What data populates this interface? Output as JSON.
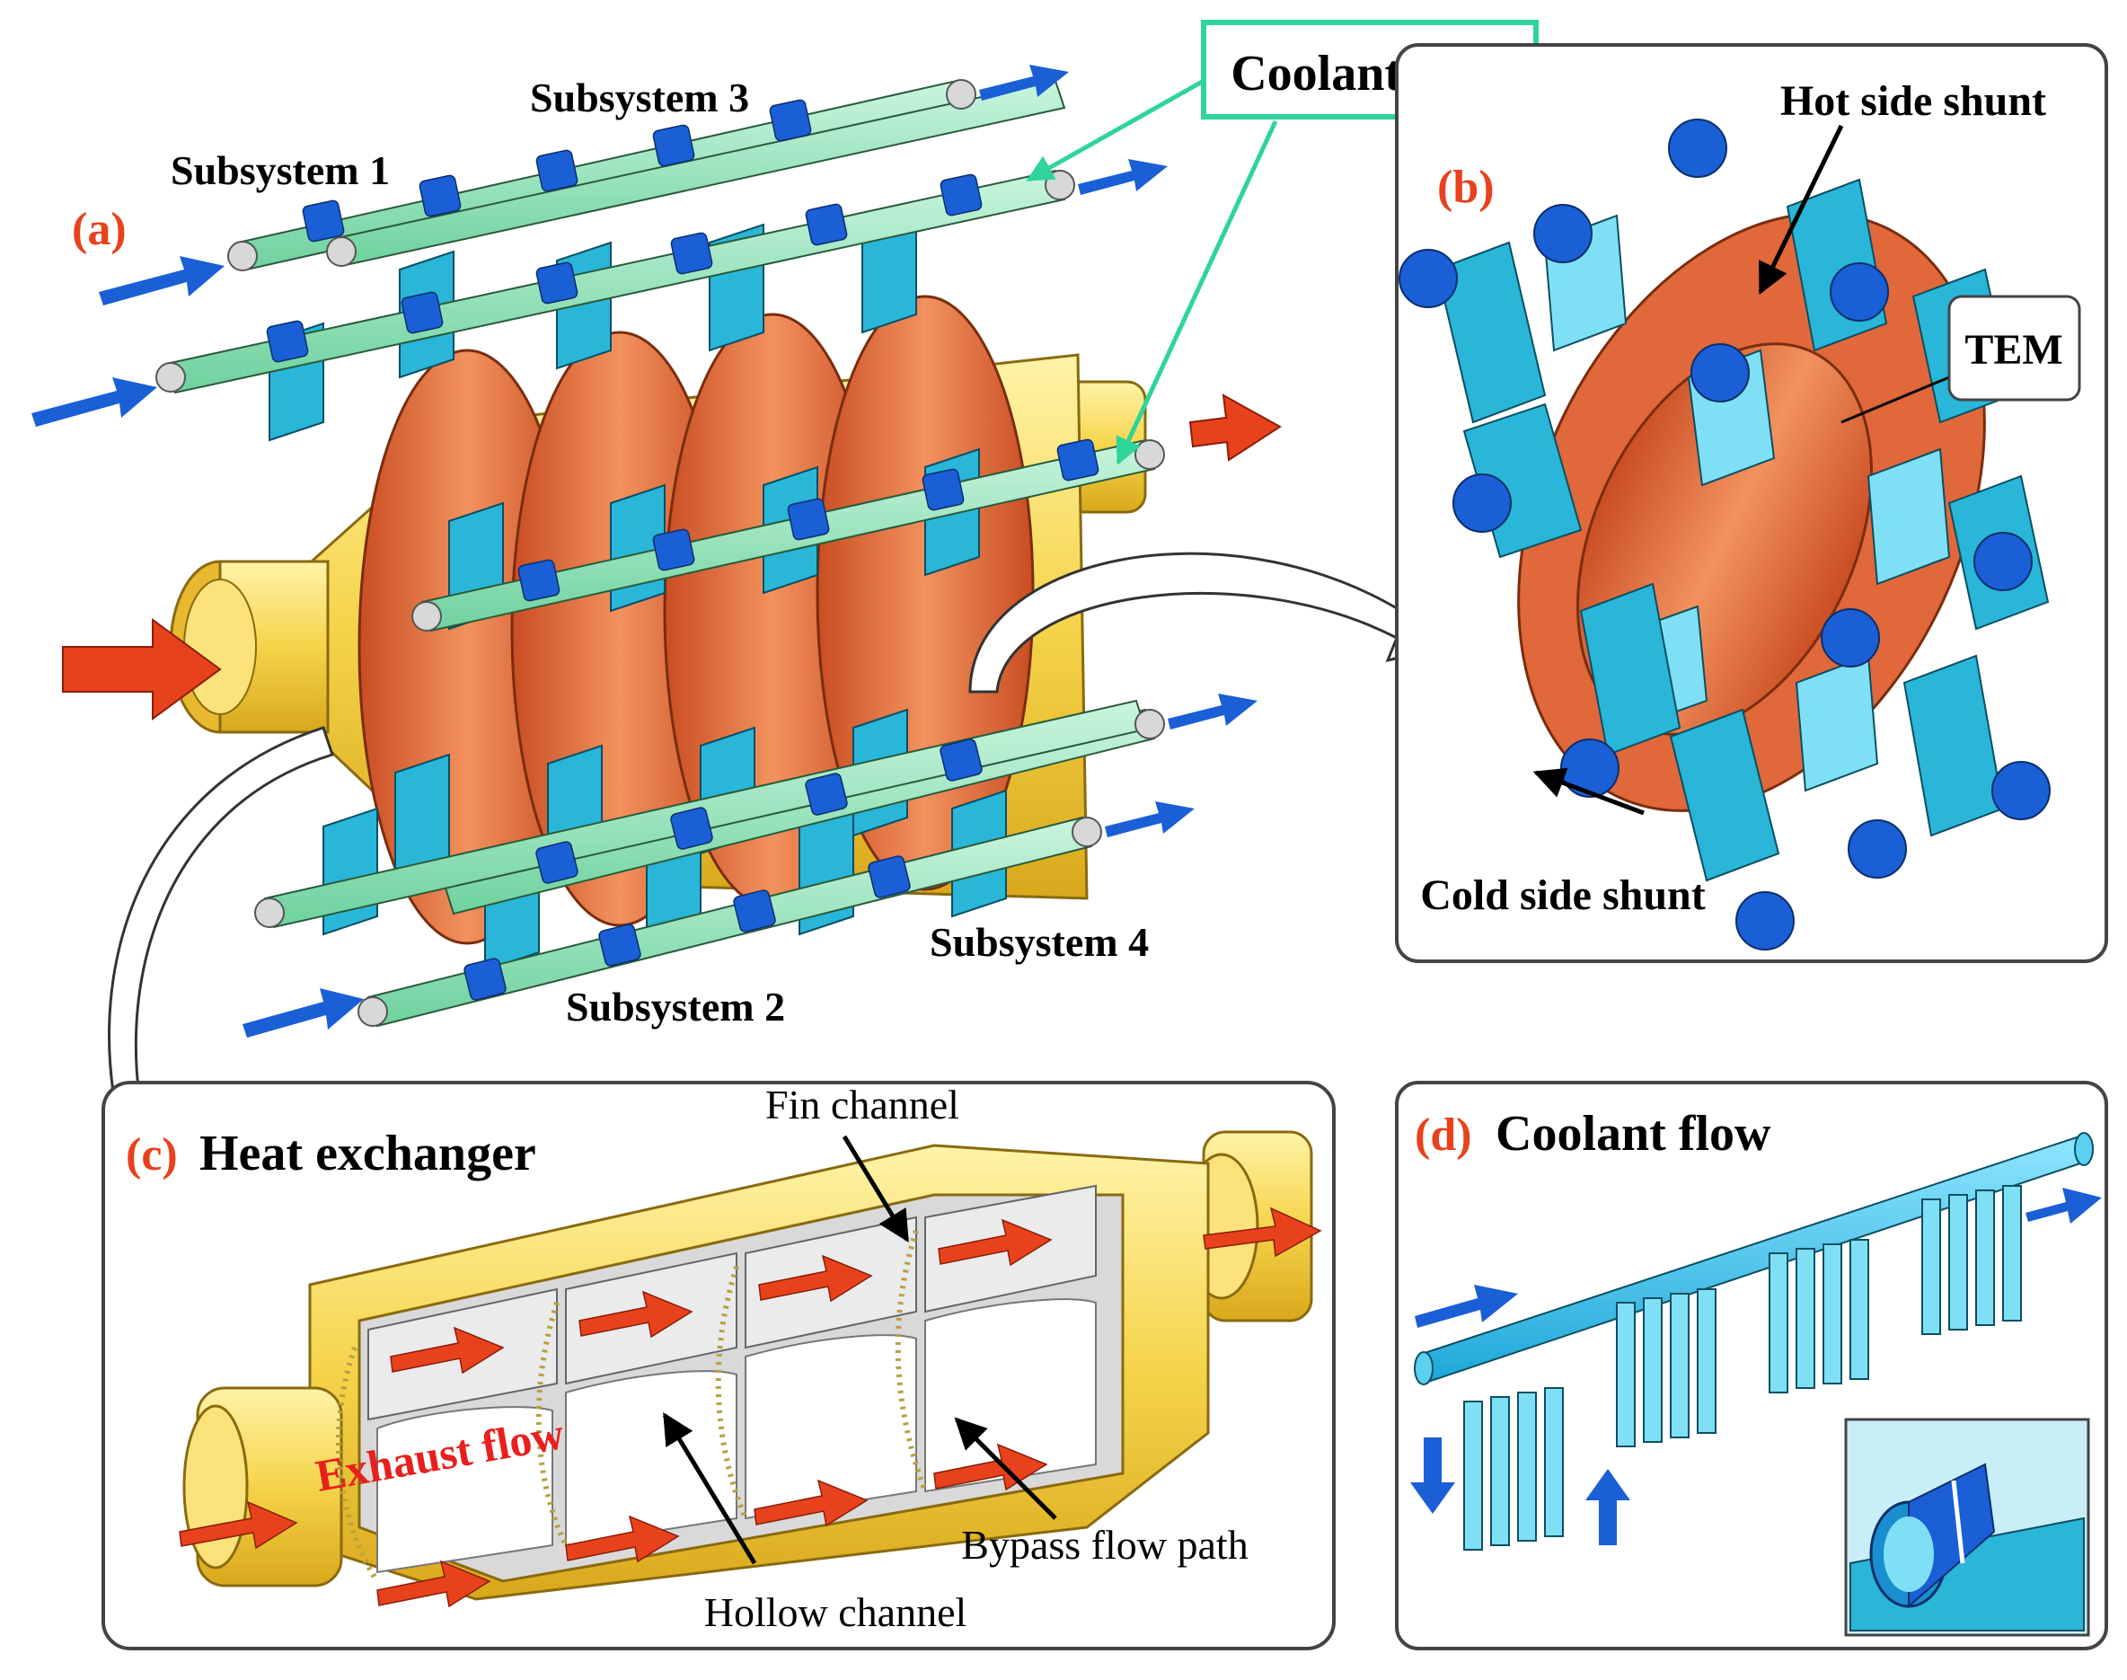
{
  "panel_a": {
    "tag": "(a)",
    "subsystems": [
      "Subsystem 1",
      "Subsystem 2",
      "Subsystem 3",
      "Subsystem 4"
    ],
    "callout": "Coolant tube"
  },
  "panel_b": {
    "tag": "(b)",
    "hot_side": "Hot side shunt",
    "tem": "TEM",
    "cold_side": "Cold side shunt"
  },
  "panel_c": {
    "tag": "(c)",
    "title": "Heat exchanger",
    "fin_channel": "Fin channel",
    "exhaust_flow": "Exhaust flow",
    "hollow_channel": "Hollow channel",
    "bypass": "Bypass flow path"
  },
  "panel_d": {
    "tag": "(d)",
    "title": "Coolant flow"
  },
  "colors": {
    "label_red": "#e8421d",
    "coolant_blue": "#1a5fd6",
    "shunt_cyan": "#29b6d8",
    "copper": "#e0683a",
    "housing_yellow": "#f5d44a",
    "callout_green": "#2fd49a"
  }
}
